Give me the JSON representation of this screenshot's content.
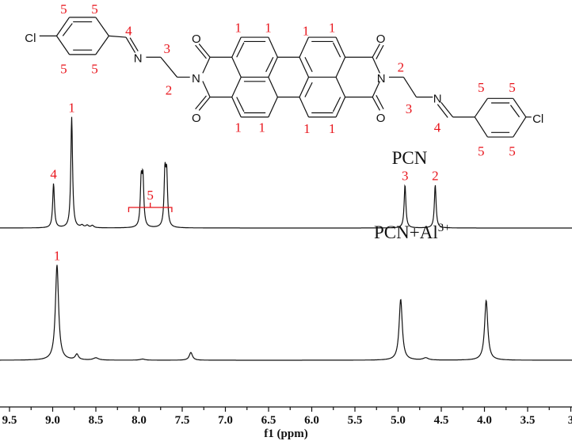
{
  "structure": {
    "atoms": {
      "cl": "Cl",
      "n": "N",
      "o": "O"
    },
    "proton_labels": {
      "left_aryl": [
        "5",
        "5",
        "5",
        "5"
      ],
      "left_imine": "4",
      "left_ch2_n": "3",
      "left_ch2_imide": "2",
      "perylene": [
        "1",
        "1",
        "1",
        "1",
        "1",
        "1",
        "1",
        "1"
      ],
      "right_ch2_imide": "2",
      "right_ch2_n": "3",
      "right_imine": "4",
      "right_aryl": [
        "5",
        "5",
        "5",
        "5"
      ]
    },
    "label_color": "#e8141b"
  },
  "chart_data": {
    "type": "line",
    "xlabel": "f1 (ppm)",
    "xlim": [
      9.55,
      3.0
    ],
    "x_reversed": true,
    "x_ticks": [
      "9.5",
      "9.0",
      "8.5",
      "8.0",
      "7.5",
      "7.0",
      "6.5",
      "6.0",
      "5.5",
      "5.0",
      "4.5",
      "4.0",
      "3.5",
      "3"
    ],
    "grid": false,
    "series": [
      {
        "name": "PCN",
        "color": "#111111",
        "peaks": [
          {
            "ppm": 8.99,
            "intensity": 0.4,
            "label": "4"
          },
          {
            "ppm": 8.78,
            "intensity": 1.0,
            "label": "1"
          },
          {
            "ppm": 8.66,
            "intensity": 0.02
          },
          {
            "ppm": 8.6,
            "intensity": 0.02
          },
          {
            "ppm": 8.54,
            "intensity": 0.02
          },
          {
            "ppm": 7.975,
            "intensity": 0.4
          },
          {
            "ppm": 7.955,
            "intensity": 0.42
          },
          {
            "ppm": 7.7,
            "intensity": 0.47
          },
          {
            "ppm": 7.68,
            "intensity": 0.45
          },
          {
            "ppm": 4.92,
            "intensity": 0.39,
            "label": "3"
          },
          {
            "ppm": 4.57,
            "intensity": 0.39,
            "label": "2"
          }
        ],
        "group_label": {
          "label": "5",
          "from_ppm": 8.12,
          "to_ppm": 7.62
        }
      },
      {
        "name": "PCN+Al3+",
        "name_base": "PCN+Al",
        "name_sup": "3+",
        "color": "#111111",
        "peaks": [
          {
            "ppm": 8.95,
            "intensity": 0.86,
            "label": "1"
          },
          {
            "ppm": 8.72,
            "intensity": 0.05
          },
          {
            "ppm": 8.5,
            "intensity": 0.02
          },
          {
            "ppm": 7.96,
            "intensity": 0.01
          },
          {
            "ppm": 7.4,
            "intensity": 0.07
          },
          {
            "ppm": 4.97,
            "intensity": 0.55
          },
          {
            "ppm": 4.68,
            "intensity": 0.02
          },
          {
            "ppm": 3.98,
            "intensity": 0.54
          }
        ]
      }
    ]
  }
}
